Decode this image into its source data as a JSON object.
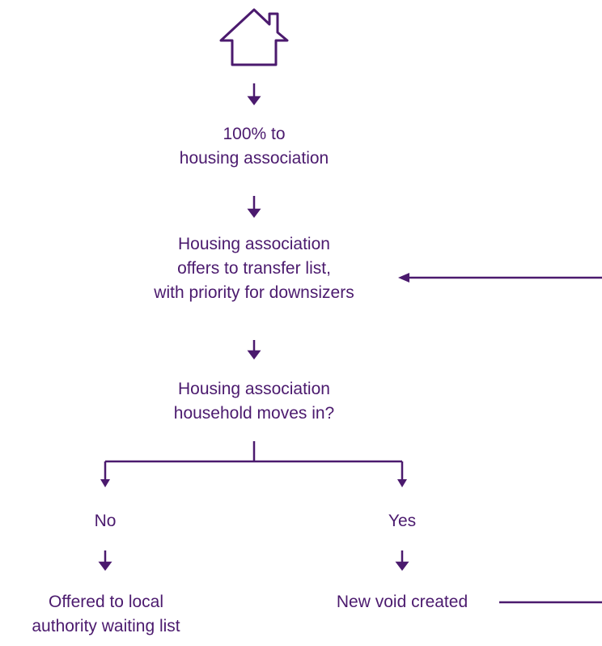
{
  "colors": {
    "accent": "#4b1a6e",
    "background": "#ffffff"
  },
  "icons": {
    "top": "house-icon"
  },
  "nodes": {
    "to_ha": {
      "lines": [
        "100% to",
        "housing association"
      ]
    },
    "ha_offers": {
      "lines": [
        "Housing association",
        "offers to transfer list,",
        "with priority for downsizers"
      ]
    },
    "moves_in": {
      "lines": [
        "Housing association",
        "household moves in?"
      ]
    },
    "no": {
      "lines": [
        "No"
      ]
    },
    "yes": {
      "lines": [
        "Yes"
      ]
    },
    "offered_la": {
      "lines": [
        "Offered to local",
        "authority waiting list"
      ]
    },
    "new_void": {
      "lines": [
        "New void created"
      ]
    }
  }
}
